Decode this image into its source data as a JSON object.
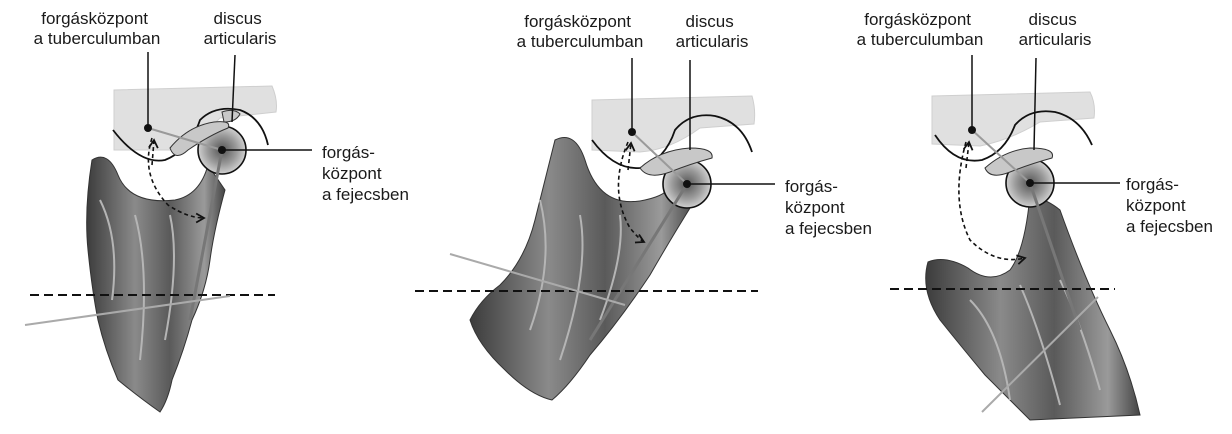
{
  "panels": [
    {
      "rotation_center_tubercle_label": [
        "forgásközpont",
        "a tuberculumban"
      ],
      "disc_label": [
        "discus",
        "articularis"
      ],
      "rotation_center_condyle_label": [
        "forgás-",
        "központ",
        "a fejecsben"
      ]
    },
    {
      "rotation_center_tubercle_label": [
        "forgásközpont",
        "a tuberculumban"
      ],
      "disc_label": [
        "discus",
        "articularis"
      ],
      "rotation_center_condyle_label": [
        "forgás-",
        "központ",
        "a fejecsben"
      ]
    },
    {
      "rotation_center_tubercle_label": [
        "forgásközpont",
        "a tuberculumban"
      ],
      "disc_label": [
        "discus",
        "articularis"
      ],
      "rotation_center_condyle_label": [
        "forgás-",
        "központ",
        "a fejecsben"
      ]
    }
  ],
  "colors": {
    "bone_dark": "#4a4a4a",
    "bone_light": "#b8b8b8",
    "fossa_gray": "#e0e0e0",
    "disc_fill": "#c8c8c8",
    "line": "#111111",
    "guide_line": "#9a9a9a"
  }
}
